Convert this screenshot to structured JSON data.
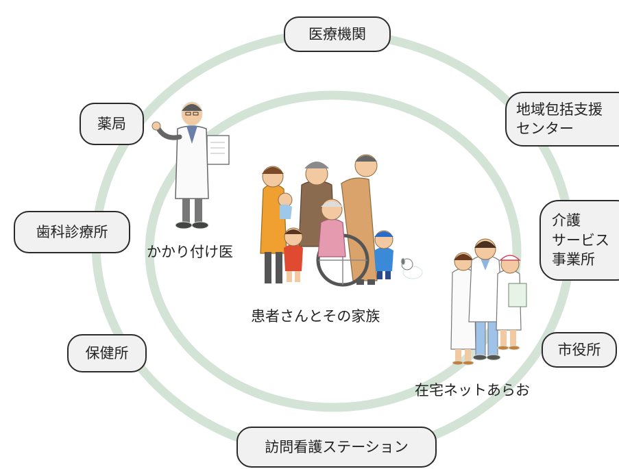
{
  "colors": {
    "ring": "#d3e4d7",
    "node_fill": "#f1f1f1",
    "node_border": "#2a2a2a",
    "background": "#ffffff"
  },
  "nodes": {
    "medical": "医療機関",
    "chiiki": "地域包括支援\nセンター",
    "kaigo": "介護\nサービス\n事業所",
    "city_hall": "市役所",
    "houmon": "訪問看護ステーション",
    "hokenjo": "保健所",
    "dental": "歯科診療所",
    "pharmacy": "薬局"
  },
  "labels": {
    "family_doctor": "かかり付け医",
    "patient_family": "患者さんとその家族",
    "zaitaku": "在宅ネットあらお"
  },
  "illustrations": {
    "doctor": "doctor-illustration",
    "family": "family-illustration",
    "medical_team": "medical-team-illustration"
  }
}
